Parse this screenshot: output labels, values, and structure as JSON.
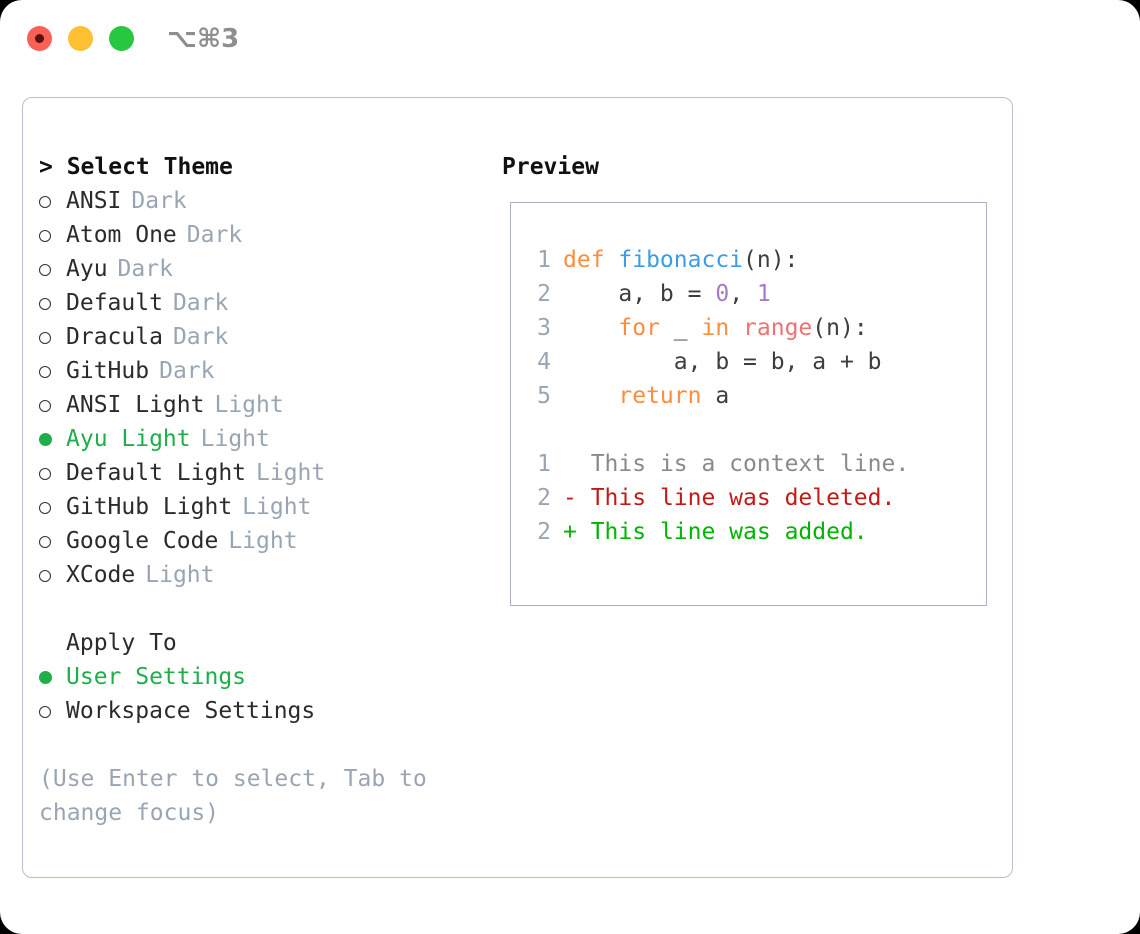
{
  "titlebar": {
    "lights": [
      {
        "name": "close",
        "color": "#fb6058"
      },
      {
        "name": "minimize",
        "color": "#ffc033"
      },
      {
        "name": "maximize",
        "color": "#27c840"
      }
    ],
    "shortcut": "⌥⌘3"
  },
  "left": {
    "heading": "> Select Theme",
    "themes": [
      {
        "name": "ANSI",
        "kind": "Dark",
        "selected": false
      },
      {
        "name": "Atom One",
        "kind": "Dark",
        "selected": false
      },
      {
        "name": "Ayu",
        "kind": "Dark",
        "selected": false
      },
      {
        "name": "Default",
        "kind": "Dark",
        "selected": false
      },
      {
        "name": "Dracula",
        "kind": "Dark",
        "selected": false
      },
      {
        "name": "GitHub",
        "kind": "Dark",
        "selected": false
      },
      {
        "name": "ANSI Light",
        "kind": "Light",
        "selected": false
      },
      {
        "name": "Ayu Light",
        "kind": "Light",
        "selected": true
      },
      {
        "name": "Default Light",
        "kind": "Light",
        "selected": false
      },
      {
        "name": "GitHub Light",
        "kind": "Light",
        "selected": false
      },
      {
        "name": "Google Code",
        "kind": "Light",
        "selected": false
      },
      {
        "name": "XCode",
        "kind": "Light",
        "selected": false
      }
    ],
    "apply_to_heading": "Apply To",
    "apply_to": [
      {
        "name": "User Settings",
        "selected": true
      },
      {
        "name": "Workspace Settings",
        "selected": false
      }
    ],
    "hint": "(Use Enter to select, Tab to change focus)"
  },
  "right": {
    "heading": "Preview",
    "code_lines": [
      {
        "num": "1",
        "tokens": [
          {
            "t": "def ",
            "c": "kw"
          },
          {
            "t": "fibonacci",
            "c": "fn"
          },
          {
            "t": "(n):",
            "c": "txt"
          }
        ]
      },
      {
        "num": "2",
        "tokens": [
          {
            "t": "    a, b = ",
            "c": "txt"
          },
          {
            "t": "0",
            "c": "num"
          },
          {
            "t": ", ",
            "c": "txt"
          },
          {
            "t": "1",
            "c": "num"
          }
        ]
      },
      {
        "num": "3",
        "tokens": [
          {
            "t": "    ",
            "c": "txt"
          },
          {
            "t": "for",
            "c": "kw"
          },
          {
            "t": " _ ",
            "c": "txt"
          },
          {
            "t": "in",
            "c": "kw"
          },
          {
            "t": " ",
            "c": "txt"
          },
          {
            "t": "range",
            "c": "call"
          },
          {
            "t": "(n):",
            "c": "txt"
          }
        ]
      },
      {
        "num": "4",
        "tokens": [
          {
            "t": "        a, b = b, a + b",
            "c": "txt"
          }
        ]
      },
      {
        "num": "5",
        "tokens": [
          {
            "t": "    ",
            "c": "txt"
          },
          {
            "t": "return",
            "c": "kw"
          },
          {
            "t": " a",
            "c": "txt"
          }
        ]
      }
    ],
    "diff_lines": [
      {
        "num": "1",
        "marker": " ",
        "text": " This is a context line.",
        "kind": "ctx"
      },
      {
        "num": "2",
        "marker": "-",
        "text": " This line was deleted.",
        "kind": "del"
      },
      {
        "num": "2",
        "marker": "+",
        "text": " This line was added.",
        "kind": "add"
      }
    ]
  },
  "colors": {
    "accent_green": "#1fae4a",
    "muted": "#9aa5b4",
    "border": "#b8c0cc",
    "keyword": "#fa8d3e",
    "function": "#399ee6",
    "number": "#a37acc",
    "builtin": "#f07171",
    "diff_deleted": "#c41a16",
    "diff_added": "#00b400"
  }
}
